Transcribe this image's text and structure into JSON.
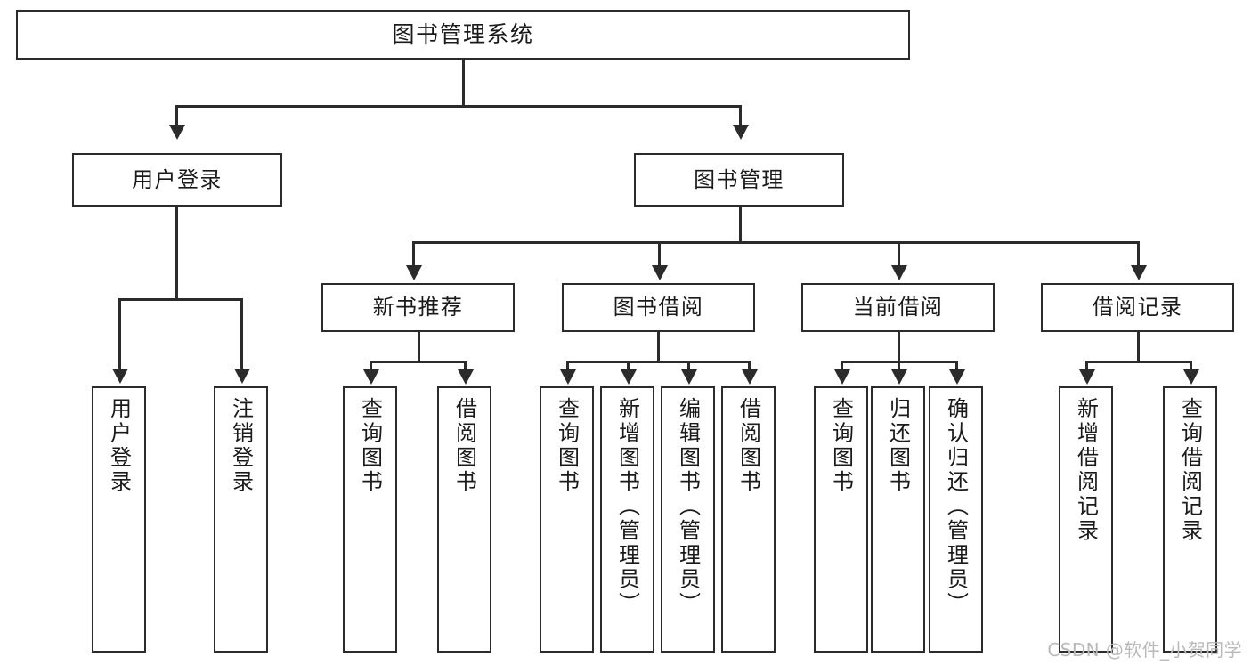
{
  "diagram": {
    "type": "tree",
    "title": "图书管理系统",
    "watermark": "CSDN @软件_小贺同学",
    "colors": {
      "stroke": "#2b2b2b",
      "fill": "#ffffff",
      "text": "#1a1a1a",
      "watermark": "#b9b9b9"
    },
    "nodes": {
      "root": {
        "label": "图书管理系统"
      },
      "level1": [
        {
          "id": "user-login",
          "label": "用户登录"
        },
        {
          "id": "book-manage",
          "label": "图书管理"
        }
      ],
      "level2": [
        {
          "id": "new-book-rec",
          "label": "新书推荐"
        },
        {
          "id": "book-borrow",
          "label": "图书借阅"
        },
        {
          "id": "current-borrow",
          "label": "当前借阅"
        },
        {
          "id": "borrow-record",
          "label": "借阅记录"
        }
      ],
      "leaves": {
        "user-login": [
          {
            "id": "leaf-user-login",
            "label": "用户登录"
          },
          {
            "id": "leaf-user-logout",
            "label": "注销登录"
          }
        ],
        "new-book-rec": [
          {
            "id": "leaf-query-book-1",
            "label": "查询图书"
          },
          {
            "id": "leaf-borrow-book-1",
            "label": "借阅图书"
          }
        ],
        "book-borrow": [
          {
            "id": "leaf-query-book-2",
            "label": "查询图书"
          },
          {
            "id": "leaf-add-book",
            "label": "新增图书（管理员）"
          },
          {
            "id": "leaf-edit-book",
            "label": "编辑图书（管理员）"
          },
          {
            "id": "leaf-borrow-book-2",
            "label": "借阅图书"
          }
        ],
        "current-borrow": [
          {
            "id": "leaf-query-book-3",
            "label": "查询图书"
          },
          {
            "id": "leaf-return-book",
            "label": "归还图书"
          },
          {
            "id": "leaf-confirm-return",
            "label": "确认归还（管理员）"
          }
        ],
        "borrow-record": [
          {
            "id": "leaf-add-record",
            "label": "新增借阅记录"
          },
          {
            "id": "leaf-query-record",
            "label": "查询借阅记录"
          }
        ]
      }
    }
  }
}
